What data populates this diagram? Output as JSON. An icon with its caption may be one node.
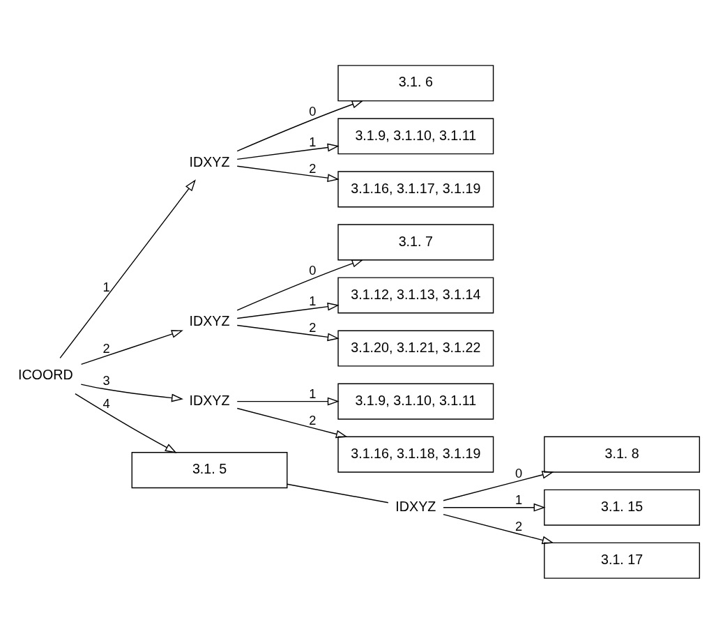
{
  "diagram": {
    "nodes": [
      {
        "text": [
          "ICOORD"
        ]
      },
      {
        "text": [
          "IDXYZ"
        ]
      },
      {
        "text": [
          "3.1. 6"
        ]
      },
      {
        "text": [
          "3.1.9, 3.1.10, 3.1.11"
        ]
      },
      {
        "text": [
          "3.1.16, 3.1.17, 3.1.19"
        ]
      },
      {
        "text": [
          "IDXYZ"
        ]
      },
      {
        "text": [
          "3.1. 7"
        ]
      },
      {
        "text": [
          "3.1.12, 3.1.13, 3.1.14"
        ]
      },
      {
        "text": [
          "3.1.20, 3.1.21, 3.1.22"
        ]
      },
      {
        "text": [
          "IDXYZ"
        ]
      },
      {
        "text": [
          "3.1.9, 3.1.10, 3.1.11"
        ]
      },
      {
        "text": [
          "3.1.16, 3.1.18, 3.1.19"
        ]
      },
      {
        "text": [
          "3.1. 5"
        ]
      },
      {
        "text": [
          "IDXYZ"
        ]
      },
      {
        "text": [
          "3.1. 8"
        ]
      },
      {
        "text": [
          "3.1. 15"
        ]
      },
      {
        "text": [
          "3.1. 17"
        ]
      }
    ],
    "edges": [
      {
        "from": 0,
        "to": 1,
        "arrow": "to",
        "label": "1"
      },
      {
        "from": 0,
        "to": 5,
        "arrow": "to",
        "label": "2"
      },
      {
        "from": 0,
        "to": 9,
        "arrow": "to",
        "label": "3"
      },
      {
        "from": 0,
        "to": 12,
        "arrow": "to",
        "label": "4"
      },
      {
        "from": 1,
        "to": 2,
        "arrow": "to",
        "label": "0"
      },
      {
        "from": 1,
        "to": 3,
        "arrow": "to",
        "label": "1"
      },
      {
        "from": 1,
        "to": 4,
        "arrow": "to",
        "label": "2"
      },
      {
        "from": 5,
        "to": 6,
        "arrow": "to",
        "label": "0"
      },
      {
        "from": 5,
        "to": 7,
        "arrow": "to",
        "label": "1"
      },
      {
        "from": 5,
        "to": 8,
        "arrow": "to",
        "label": "2"
      },
      {
        "from": 9,
        "to": 10,
        "arrow": "to",
        "label": "1"
      },
      {
        "from": 9,
        "to": 11,
        "arrow": "to",
        "label": "2"
      },
      {
        "from": 12,
        "to": 13,
        "arrow": "none"
      },
      {
        "from": 13,
        "to": 14,
        "arrow": "to",
        "label": "0"
      },
      {
        "from": 13,
        "to": 15,
        "arrow": "to",
        "label": "1"
      },
      {
        "from": 13,
        "to": 16,
        "arrow": "to",
        "label": "2"
      }
    ]
  }
}
